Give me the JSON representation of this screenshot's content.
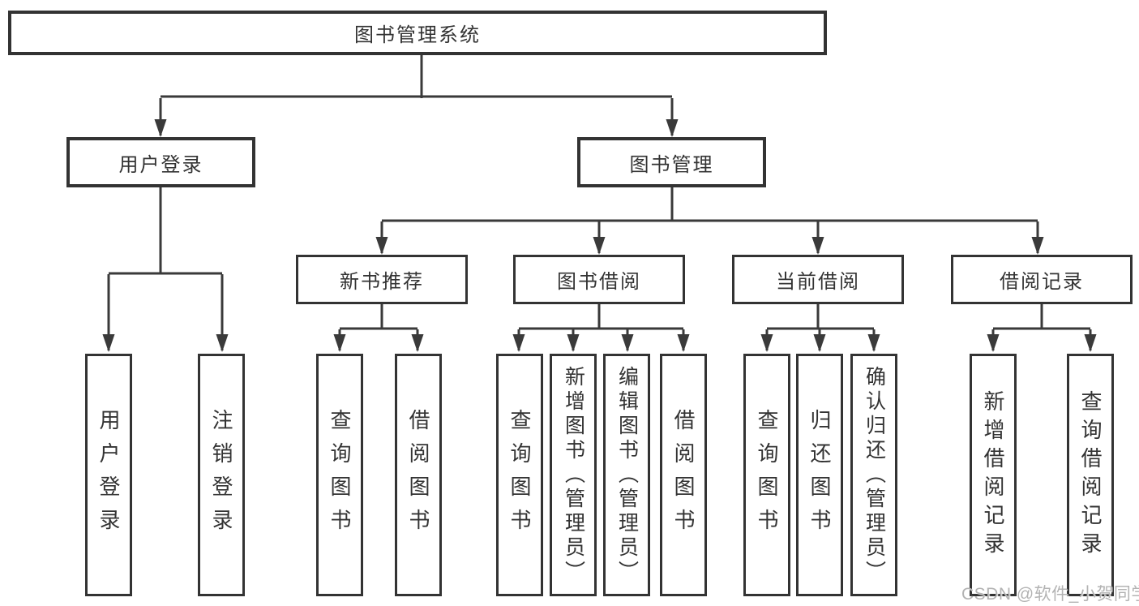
{
  "diagram": {
    "root": {
      "label": "图书管理系统"
    },
    "branches": [
      {
        "label": "用户登录",
        "children": [
          {
            "label": "用户登录"
          },
          {
            "label": "注销登录"
          }
        ]
      },
      {
        "label": "图书管理",
        "sections": [
          {
            "label": "新书推荐",
            "children": [
              {
                "label": "查询图书"
              },
              {
                "label": "借阅图书"
              }
            ]
          },
          {
            "label": "图书借阅",
            "children": [
              {
                "label": "查询图书"
              },
              {
                "label": "新增图书（管理员）"
              },
              {
                "label": "编辑图书（管理员）"
              },
              {
                "label": "借阅图书"
              }
            ]
          },
          {
            "label": "当前借阅",
            "children": [
              {
                "label": "查询图书"
              },
              {
                "label": "归还图书"
              },
              {
                "label": "确认归还（管理员）"
              }
            ]
          },
          {
            "label": "借阅记录",
            "children": [
              {
                "label": "新增借阅记录"
              },
              {
                "label": "查询借阅记录"
              }
            ]
          }
        ]
      }
    ]
  },
  "watermark": {
    "text": "CSDN @软件_小贺同学"
  },
  "colors": {
    "line": "#3a3a3a",
    "border": "#333333",
    "text": "#333333",
    "watermark": "#b3b3b3",
    "background": "#ffffff"
  }
}
